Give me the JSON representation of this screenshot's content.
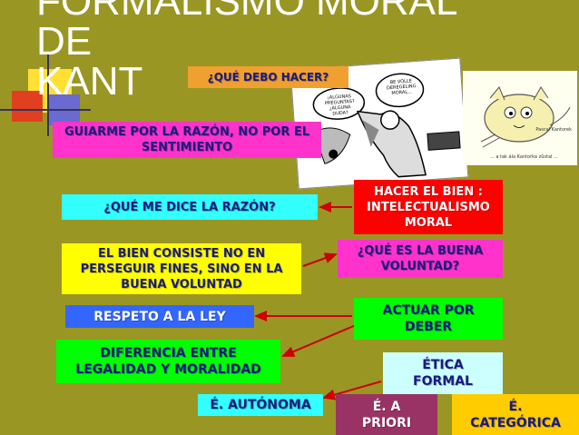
{
  "title": {
    "line1": "FORMALISMO MORAL DE",
    "line2": "KANT"
  },
  "colors": {
    "background": "#9a9623",
    "orange": "#f0a030",
    "pink": "#ff33cc",
    "cyan": "#33ffff",
    "red": "#ff0000",
    "yellow": "#ffff00",
    "blue": "#3366ff",
    "green": "#00ff00",
    "light_blue": "#ccffff",
    "purple": "#993366",
    "gold": "#ffcc00",
    "arrow": "#cc0000"
  },
  "boxes": {
    "que_debo_hacer": "¿QUÉ DEBO HACER?",
    "guiarme_line1": "GUIARME POR LA RAZÓN, NO POR EL",
    "guiarme_line2": "SENTIMIENTO",
    "que_me_dice": "¿QUÉ ME DICE LA RAZÓN?",
    "hacer_bien_line1": "HACER EL BIEN :",
    "hacer_bien_line2": "INTELECTUALISMO",
    "hacer_bien_line3": "MORAL",
    "bien_consiste_line1": "EL BIEN CONSISTE NO EN",
    "bien_consiste_line2": "PERSEGUIR FINES, SINO EN LA",
    "bien_consiste_line3": "BUENA VOLUNTAD",
    "buena_voluntad_line1": "¿QUÉ ES LA BUENA",
    "buena_voluntad_line2": "VOLUNTAD?",
    "respeto_ley": "RESPETO A LA LEY",
    "actuar_line1": "ACTUAR POR",
    "actuar_line2": "DEBER",
    "diferencia_line1": "DIFERENCIA ENTRE",
    "diferencia_line2": "LEGALIDAD Y MORALIDAD",
    "etica_line1": "ÉTICA",
    "etica_line2": "FORMAL",
    "autonoma": "É. AUTÓNOMA",
    "priori_line1": "É. A",
    "priori_line2": "PRIORI",
    "categorica_line1": "É.",
    "categorica_line2": "CATEGÓRICA"
  },
  "cartoon_left": {
    "bubble1": "¡ALGUNAS PREGUNTAS? ¿ALGUNA DUDA?",
    "bubble2": "BE VOLLE DEREGELING MORAL..."
  },
  "cartoon_right": {
    "signature": "Pascal Kantorek",
    "caption": "... a tak ála Kantorka zůstal ..."
  }
}
